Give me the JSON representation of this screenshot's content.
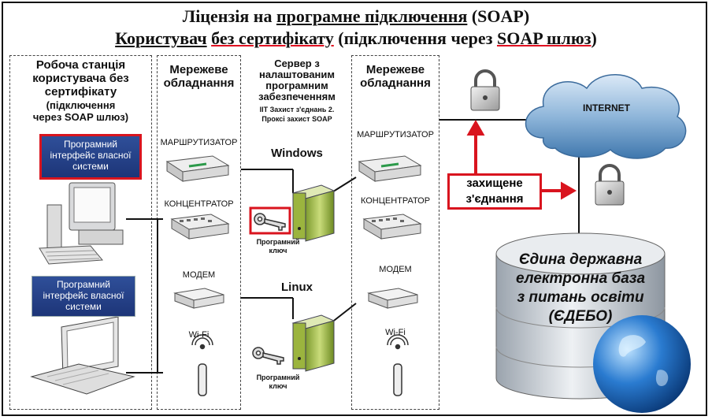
{
  "title": {
    "line1_prefix": "Ліцензія на ",
    "line1_underlined": "програмне підключення",
    "line1_suffix": " (SOAP)",
    "line2_underlined1": "Користувач",
    "line2_sep": " ",
    "line2_underlined2": "без сертифікату",
    "line2_mid": " (підключення через ",
    "line2_underlined3": "SOAP шлюз",
    "line2_end": ")"
  },
  "workstation": {
    "header": [
      "Робоча станція",
      "користувача без",
      "сертифікату"
    ],
    "subheader": [
      "(підключення",
      "через SOAP шлюз)"
    ],
    "desktop_box": [
      "Програмний",
      "інтерфейс власної",
      "системи"
    ],
    "laptop_box": [
      "Програмний",
      "інтерфейс власної",
      "системи"
    ]
  },
  "network_left": {
    "header": [
      "Мережеве",
      "обладнання"
    ],
    "router": "МАРШРУТИЗАТОР",
    "hub": "КОНЦЕНТРАТОР",
    "modem": "МОДЕМ",
    "wifi": "Wi-Fi"
  },
  "server": {
    "header": [
      "Сервер з",
      "налаштованим",
      "програмним",
      "забезпеченням"
    ],
    "note": [
      "ІІТ Захист з'єднань 2.",
      "Проксі захист  SOAP"
    ],
    "windows": "Windows",
    "linux": "Linux",
    "key_label_1": [
      "Програмний",
      "ключ"
    ],
    "key_label_2": [
      "Програмний",
      "ключ"
    ]
  },
  "network_right": {
    "header": [
      "Мережеве",
      "обладнання"
    ],
    "router": "МАРШРУТИЗАТОР",
    "hub": "КОНЦЕНТРАТОР",
    "modem": "МОДЕМ",
    "wifi": "Wi-Fi"
  },
  "internet": "INTERNET",
  "secure_connection": [
    "захищене",
    "з'єднання"
  ],
  "database": [
    "Єдина державна",
    "електронна база",
    "з питань освіти",
    "(ЄДЕБО)"
  ],
  "colors": {
    "accent_red": "#d9141e",
    "box_blue": "#2a4a92",
    "cloud": "#4f86b8"
  }
}
